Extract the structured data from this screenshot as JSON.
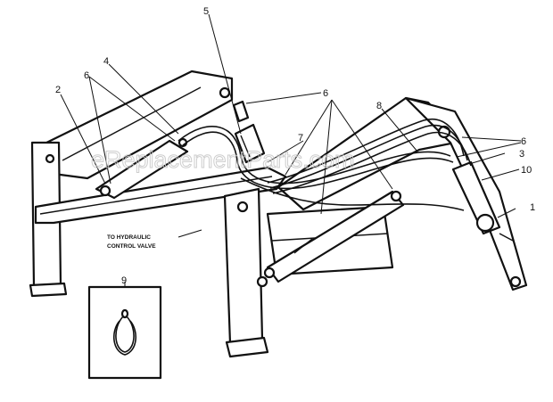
{
  "watermark": "eReplacementParts.com",
  "callouts": {
    "c1": "1",
    "c2": "2",
    "c3": "3",
    "c4": "4",
    "c5": "5",
    "c6a": "6",
    "c6b": "6",
    "c6c": "6",
    "c7": "7",
    "c8": "8",
    "c9": "9",
    "c10": "10"
  },
  "note": {
    "line1": "TO HYDRAULIC",
    "line2": "CONTROL VALVE"
  }
}
